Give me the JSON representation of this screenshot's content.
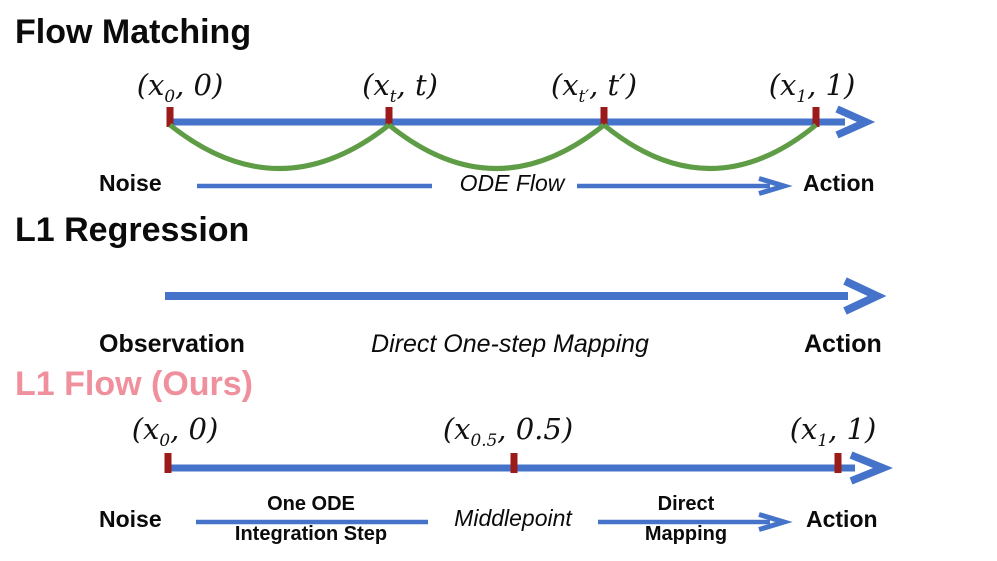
{
  "colors": {
    "arrow_blue": "#4573C9",
    "arc_green": "#5E9C46",
    "tick_red": "#9B1B1B",
    "ours_pink": "#F0909D",
    "text_black": "#0B0B0B"
  },
  "flow_matching": {
    "title": "Flow Matching",
    "points": [
      {
        "pre": "(x",
        "sub": "0",
        "post": ", 0)"
      },
      {
        "pre": "(x",
        "sub": "t",
        "post": ", t)"
      },
      {
        "pre": "(x",
        "sub": "t′",
        "post": ", t′)"
      },
      {
        "pre": "(x",
        "sub": "1",
        "post": ", 1)"
      }
    ],
    "flow": {
      "start": "Noise",
      "middle": "ODE Flow",
      "end": "Action"
    }
  },
  "l1_regression": {
    "title": "L1 Regression",
    "flow": {
      "start": "Observation",
      "middle": "Direct One-step Mapping",
      "end": "Action"
    }
  },
  "l1_flow": {
    "title": "L1 Flow (Ours)",
    "points": [
      {
        "pre": "(x",
        "sub": "0",
        "post": ", 0)"
      },
      {
        "pre": "(x",
        "sub": "0.5",
        "post": ", 0.5)"
      },
      {
        "pre": "(x",
        "sub": "1",
        "post": ", 1)"
      }
    ],
    "flow": {
      "start": "Noise",
      "step1_line1": "One ODE",
      "step1_line2": "Integration Step",
      "middle": "Middlepoint",
      "step2_line1": "Direct",
      "step2_line2": "Mapping",
      "end": "Action"
    }
  }
}
